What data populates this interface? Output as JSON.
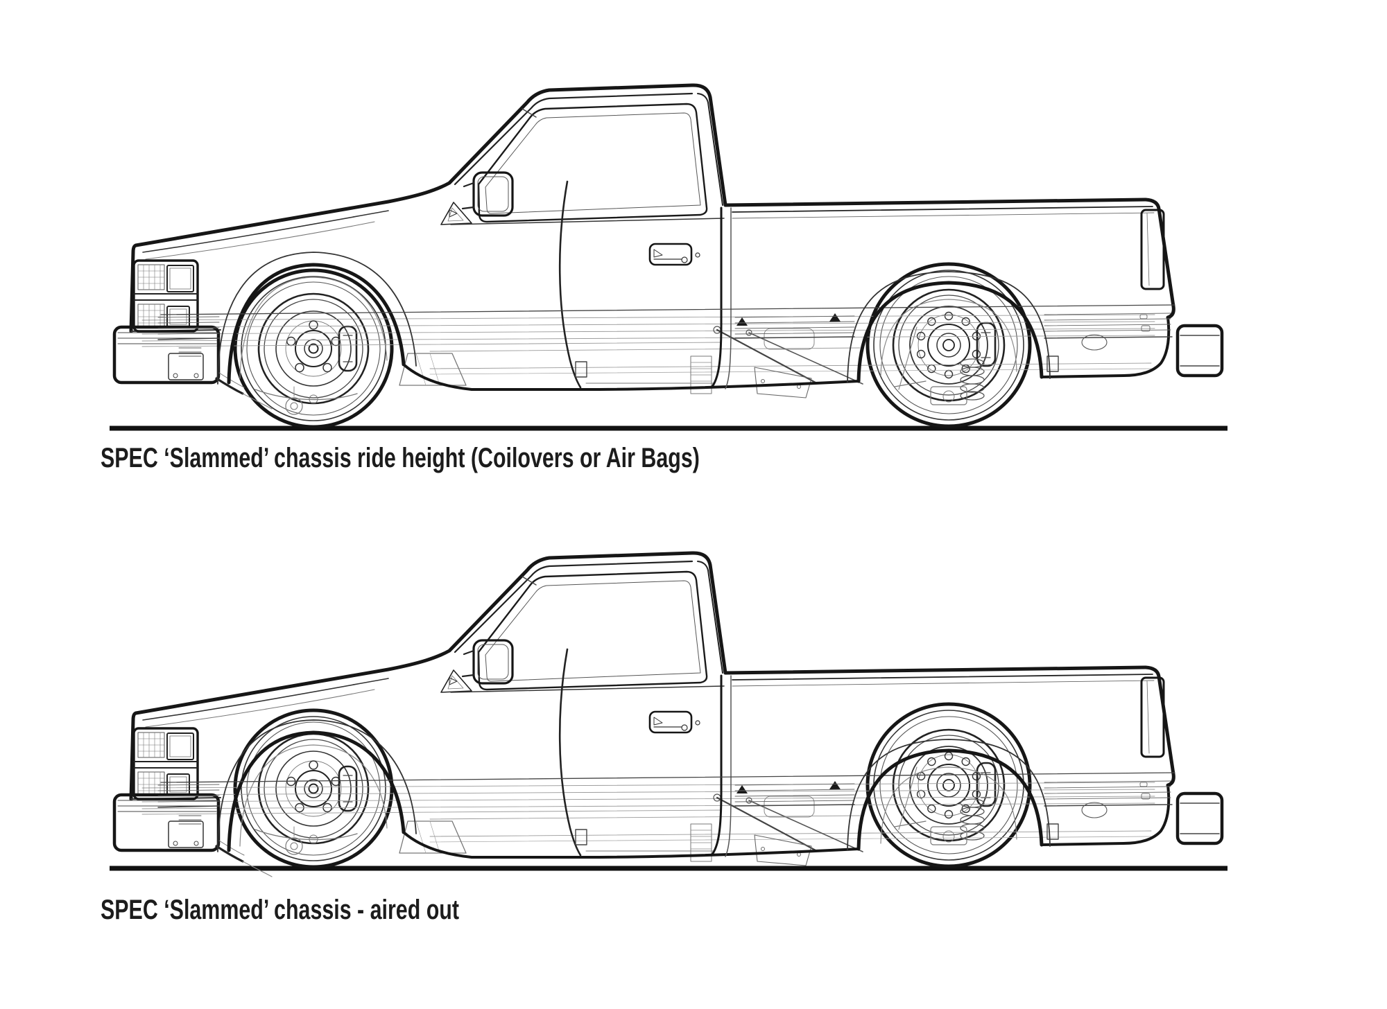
{
  "page": {
    "background": "#ffffff",
    "ink": "#161616",
    "ghost_ink": "#888888"
  },
  "figures": [
    {
      "id": "slammed-ride-height",
      "caption": "SPEC ‘Slammed’ chassis ride height (Coilovers or Air Bags)",
      "subject": "pickup-truck-side-view-wireframe"
    },
    {
      "id": "aired-out",
      "caption": "SPEC ‘Slammed’ chassis - aired out",
      "subject": "pickup-truck-side-view-wireframe-lowered"
    }
  ]
}
